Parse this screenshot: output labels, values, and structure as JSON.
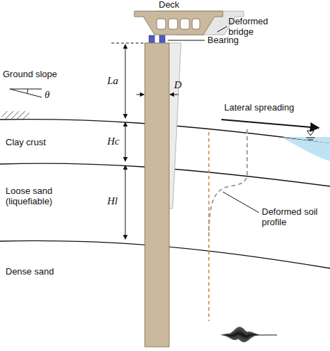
{
  "diagram": {
    "labels": [
      "Deck",
      "Deformed bridge",
      "Bearing",
      "Ground slope",
      "θ",
      "La",
      "D",
      "Lateral spreading",
      "Clay crust",
      "Hc",
      "Loose sand (liquefiable)",
      "Hl",
      "Deformed soil profile",
      "Dense sand"
    ]
  }
}
